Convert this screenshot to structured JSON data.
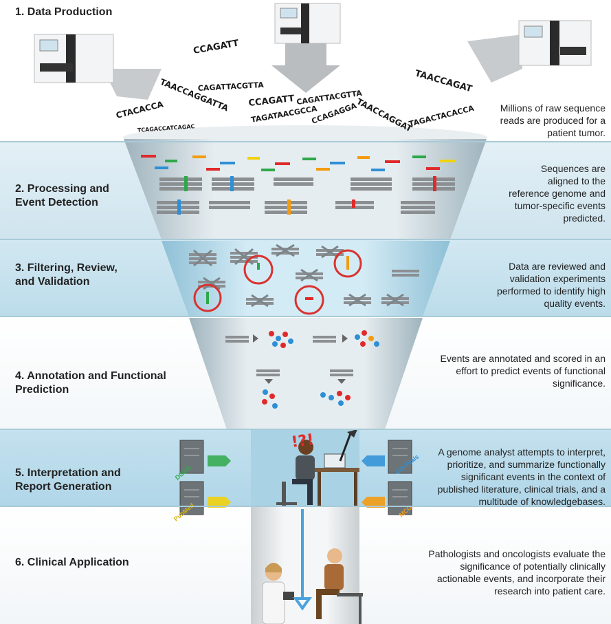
{
  "stages": [
    {
      "title": "1. Data Production",
      "desc": "Millions of raw sequence\nreads are produced for a\npatient tumor."
    },
    {
      "title": "2. Processing and\nEvent Detection",
      "desc": "Sequences are\naligned to the\nreference genome and\ntumor-specific events\npredicted."
    },
    {
      "title": "3. Filtering, Review,\nand Validation",
      "desc": "Data are reviewed and\nvalidation experiments\nperformed to identify high\nquality events."
    },
    {
      "title": "4. Annotation and Functional\nPrediction",
      "desc": "Events are annotated and scored in an\neffort to predict events of  functional\nsignificance."
    },
    {
      "title": "5. Interpretation and\nReport Generation",
      "desc": "A genome analyst attempts to interpret,\nprioritize, and summarize functionally\nsignificant events in the context of\npublished literature, clinical trials, and a\nmultitude of knowledgebases."
    },
    {
      "title": "6. Clinical Application",
      "desc": "Pathologists and oncologists evaluate the\nsignificance of potentially clinically\nactionable events, and incorporate their\nresearch into patient care."
    }
  ],
  "sequences": [
    "CCAGATT",
    "TAACCAGGATTA",
    "CAGATTACGTTA",
    "CTACACCA",
    "CCAGATT",
    "CAGATTACGTTA",
    "TAGATAACGCCA",
    "CCAGAGGA",
    "TAACCAGGAT",
    "TAACCAGAT",
    "TAGACTACACCA",
    "TCAGACCATCAGAC"
  ],
  "databases": [
    "DGIdb",
    "ClinTrials",
    "PubMed",
    "MCG"
  ],
  "exclaim": "!?!",
  "colors": {
    "line": "#a9cad8",
    "red": "#e02a2a",
    "blue": "#2e8fd6",
    "green": "#2ea84a",
    "orange": "#f39c12",
    "yellow": "#f1d20f",
    "gray": "#9aa0a6"
  }
}
